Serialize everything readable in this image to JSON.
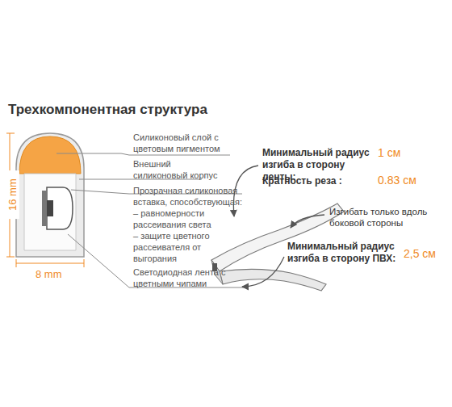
{
  "diagram": {
    "title": "Трехкомпонентная структура",
    "labels": [
      "16 mm",
      "8 mm",
      "Силиконовый слой с цветовым пигментом",
      "Внешний силиконовый корпус",
      "Прозрачная силиконовая вставка, способствующая:",
      "– равномерности рассеивания света",
      "– защите цветного рассеивателя от выгорания",
      "Светодиодная лента с цветными чипами",
      "Минимальный радиус изгиба в сторону ленты:",
      "1 см",
      "Кратность реза :",
      "0.83 см",
      "Изгибать только вдоль боковой стороны",
      "Минимальный радиус изгиба в сторону ПВХ:",
      "2,5 см"
    ]
  }
}
